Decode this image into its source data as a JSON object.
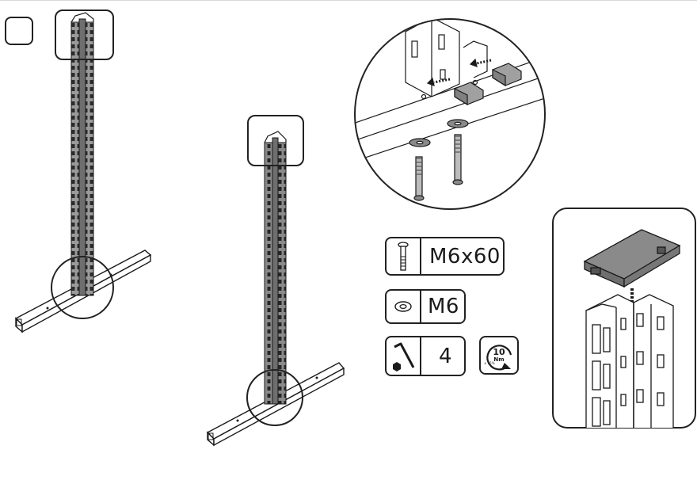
{
  "step": {
    "number": ""
  },
  "hardware": {
    "bolt": {
      "icon": "bolt-icon",
      "label": "M6x60"
    },
    "washer": {
      "icon": "washer-icon",
      "label": "M6"
    },
    "allen_key": {
      "icon": "allen-key-icon",
      "label": "4"
    },
    "torque": {
      "icon": "torque-icon",
      "value": "10",
      "unit": "Nm",
      "tolerance": "± 15%"
    }
  },
  "colors": {
    "line": "#1a1a1a",
    "metal_dark": "#6e6e6e",
    "metal_mid": "#9a9a9a",
    "cap": "#8a8a8a"
  }
}
